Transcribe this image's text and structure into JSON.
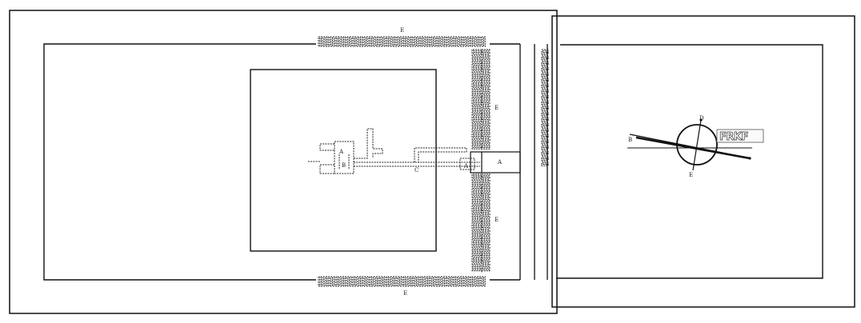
{
  "labels": {
    "e_top": "E",
    "e_upper": "E",
    "e_lower": "E",
    "e_bottom": "E",
    "a_left": "A",
    "b_left": "B",
    "c_mid": "C",
    "a_small": "A",
    "a_box": "A",
    "d_right": "D",
    "e_right": "E",
    "b_right": "B"
  },
  "logo_text": "FRKF"
}
